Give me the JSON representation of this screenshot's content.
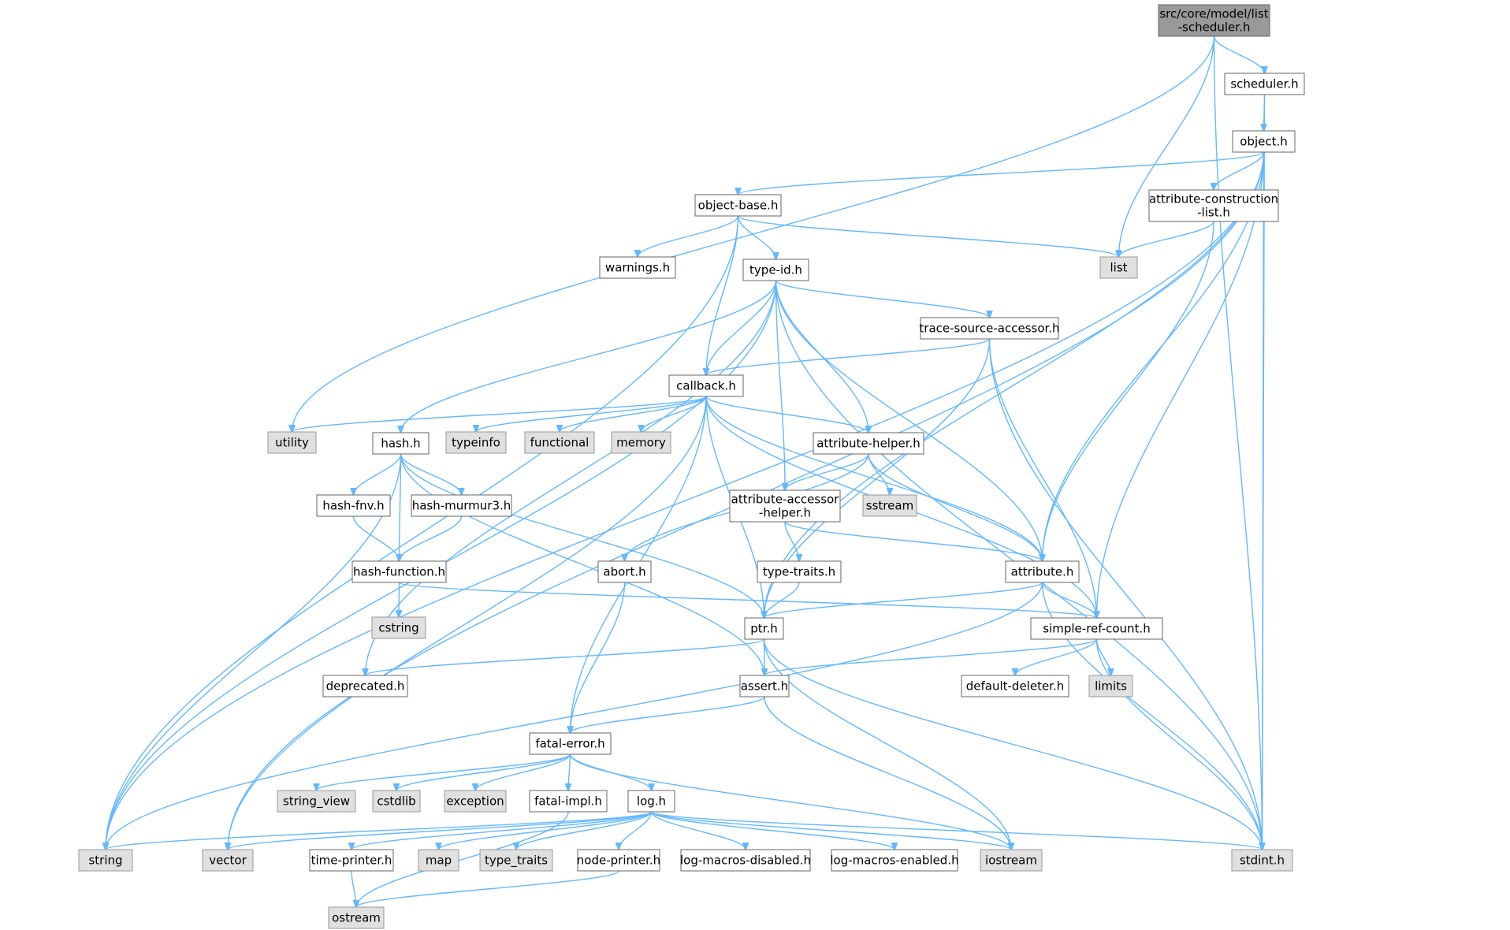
{
  "colors": {
    "edge": "#63b8ff",
    "root_fill": "#999999",
    "root_stroke": "#666666",
    "internal_fill": "#ffffff",
    "internal_stroke": "#666666",
    "system_fill": "#e0e0e0",
    "system_stroke": "#999999"
  },
  "nodes": {
    "root": {
      "label": [
        "src/core/model/list",
        "-scheduler.h"
      ],
      "kind": "root"
    },
    "scheduler": {
      "label": [
        "scheduler.h"
      ],
      "kind": "internal"
    },
    "object": {
      "label": [
        "object.h"
      ],
      "kind": "internal"
    },
    "objbase": {
      "label": [
        "object-base.h"
      ],
      "kind": "internal"
    },
    "attrcons": {
      "label": [
        "attribute-construction",
        "-list.h"
      ],
      "kind": "internal"
    },
    "list": {
      "label": [
        "list"
      ],
      "kind": "system"
    },
    "warnings": {
      "label": [
        "warnings.h"
      ],
      "kind": "internal"
    },
    "typeid": {
      "label": [
        "type-id.h"
      ],
      "kind": "internal"
    },
    "trace": {
      "label": [
        "trace-source-accessor.h"
      ],
      "kind": "internal"
    },
    "callback": {
      "label": [
        "callback.h"
      ],
      "kind": "internal"
    },
    "utility": {
      "label": [
        "utility"
      ],
      "kind": "system"
    },
    "hash": {
      "label": [
        "hash.h"
      ],
      "kind": "internal"
    },
    "typeinfo": {
      "label": [
        "typeinfo"
      ],
      "kind": "system"
    },
    "functional": {
      "label": [
        "functional"
      ],
      "kind": "system"
    },
    "memory": {
      "label": [
        "memory"
      ],
      "kind": "system"
    },
    "attrhelper": {
      "label": [
        "attribute-helper.h"
      ],
      "kind": "internal"
    },
    "hashfnv": {
      "label": [
        "hash-fnv.h"
      ],
      "kind": "internal"
    },
    "hashmur": {
      "label": [
        "hash-murmur3.h"
      ],
      "kind": "internal"
    },
    "attracc": {
      "label": [
        "attribute-accessor",
        "-helper.h"
      ],
      "kind": "internal"
    },
    "sstream": {
      "label": [
        "sstream"
      ],
      "kind": "system"
    },
    "abort": {
      "label": [
        "abort.h"
      ],
      "kind": "internal"
    },
    "typetraitsh": {
      "label": [
        "type-traits.h"
      ],
      "kind": "internal"
    },
    "attribute": {
      "label": [
        "attribute.h"
      ],
      "kind": "internal"
    },
    "hashfunc": {
      "label": [
        "hash-function.h"
      ],
      "kind": "internal"
    },
    "cstring": {
      "label": [
        "cstring"
      ],
      "kind": "system"
    },
    "ptr": {
      "label": [
        "ptr.h"
      ],
      "kind": "internal"
    },
    "simpleref": {
      "label": [
        "simple-ref-count.h"
      ],
      "kind": "internal"
    },
    "deprecated": {
      "label": [
        "deprecated.h"
      ],
      "kind": "internal"
    },
    "assert": {
      "label": [
        "assert.h"
      ],
      "kind": "internal"
    },
    "defdel": {
      "label": [
        "default-deleter.h"
      ],
      "kind": "internal"
    },
    "limits": {
      "label": [
        "limits"
      ],
      "kind": "system"
    },
    "fatalerr": {
      "label": [
        "fatal-error.h"
      ],
      "kind": "internal"
    },
    "string_view": {
      "label": [
        "string_view"
      ],
      "kind": "system"
    },
    "cstdlib": {
      "label": [
        "cstdlib"
      ],
      "kind": "system"
    },
    "exception": {
      "label": [
        "exception"
      ],
      "kind": "system"
    },
    "fatalimpl": {
      "label": [
        "fatal-impl.h"
      ],
      "kind": "internal"
    },
    "log": {
      "label": [
        "log.h"
      ],
      "kind": "internal"
    },
    "string": {
      "label": [
        "string"
      ],
      "kind": "system"
    },
    "vector": {
      "label": [
        "vector"
      ],
      "kind": "system"
    },
    "timeprinter": {
      "label": [
        "time-printer.h"
      ],
      "kind": "internal"
    },
    "map": {
      "label": [
        "map"
      ],
      "kind": "system"
    },
    "type_traits": {
      "label": [
        "type_traits"
      ],
      "kind": "system"
    },
    "nodeprinter": {
      "label": [
        "node-printer.h"
      ],
      "kind": "internal"
    },
    "logdis": {
      "label": [
        "log-macros-disabled.h"
      ],
      "kind": "internal"
    },
    "logen": {
      "label": [
        "log-macros-enabled.h"
      ],
      "kind": "internal"
    },
    "iostream": {
      "label": [
        "iostream"
      ],
      "kind": "system"
    },
    "stdint": {
      "label": [
        "stdint.h"
      ],
      "kind": "system"
    },
    "ostream": {
      "label": [
        "ostream"
      ],
      "kind": "system"
    }
  },
  "edges": [
    [
      "root",
      "scheduler"
    ],
    [
      "root",
      "list"
    ],
    [
      "root",
      "utility"
    ],
    [
      "root",
      "stdint"
    ],
    [
      "scheduler",
      "object"
    ],
    [
      "scheduler",
      "stdint"
    ],
    [
      "object",
      "objbase"
    ],
    [
      "object",
      "attrcons"
    ],
    [
      "object",
      "string"
    ],
    [
      "object",
      "vector"
    ],
    [
      "object",
      "ptr"
    ],
    [
      "object",
      "attribute"
    ],
    [
      "object",
      "simpleref"
    ],
    [
      "object",
      "stdint"
    ],
    [
      "objbase",
      "warnings"
    ],
    [
      "objbase",
      "typeid"
    ],
    [
      "objbase",
      "callback"
    ],
    [
      "objbase",
      "list"
    ],
    [
      "objbase",
      "string"
    ],
    [
      "attrcons",
      "list"
    ],
    [
      "attrcons",
      "attribute"
    ],
    [
      "typeid",
      "trace"
    ],
    [
      "typeid",
      "callback"
    ],
    [
      "typeid",
      "hash"
    ],
    [
      "typeid",
      "attrhelper"
    ],
    [
      "typeid",
      "attracc"
    ],
    [
      "typeid",
      "attribute"
    ],
    [
      "typeid",
      "string"
    ],
    [
      "typeid",
      "deprecated"
    ],
    [
      "typeid",
      "stdint"
    ],
    [
      "trace",
      "callback"
    ],
    [
      "trace",
      "ptr"
    ],
    [
      "trace",
      "simpleref"
    ],
    [
      "trace",
      "stdint"
    ],
    [
      "callback",
      "utility"
    ],
    [
      "callback",
      "typeinfo"
    ],
    [
      "callback",
      "functional"
    ],
    [
      "callback",
      "memory"
    ],
    [
      "callback",
      "attrhelper"
    ],
    [
      "callback",
      "attribute"
    ],
    [
      "callback",
      "simpleref"
    ],
    [
      "callback",
      "ptr"
    ],
    [
      "callback",
      "fatalerr"
    ],
    [
      "callback",
      "vector"
    ],
    [
      "hash",
      "hashfnv"
    ],
    [
      "hash",
      "hashmur"
    ],
    [
      "hash",
      "hashfunc"
    ],
    [
      "hash",
      "ptr"
    ],
    [
      "hash",
      "assert"
    ],
    [
      "hash",
      "string"
    ],
    [
      "hashfnv",
      "hashfunc"
    ],
    [
      "hashmur",
      "hashfunc"
    ],
    [
      "hashfunc",
      "cstring"
    ],
    [
      "hashfunc",
      "simpleref"
    ],
    [
      "attrhelper",
      "attracc"
    ],
    [
      "attrhelper",
      "sstream"
    ],
    [
      "attrhelper",
      "abort"
    ],
    [
      "attrhelper",
      "attribute"
    ],
    [
      "attracc",
      "typetraitsh"
    ],
    [
      "attracc",
      "attribute"
    ],
    [
      "typetraitsh",
      "ptr"
    ],
    [
      "abort",
      "fatalerr"
    ],
    [
      "attribute",
      "ptr"
    ],
    [
      "attribute",
      "simpleref"
    ],
    [
      "attribute",
      "string"
    ],
    [
      "attribute",
      "stdint"
    ],
    [
      "ptr",
      "deprecated"
    ],
    [
      "ptr",
      "assert"
    ],
    [
      "ptr",
      "iostream"
    ],
    [
      "ptr",
      "stdint"
    ],
    [
      "simpleref",
      "assert"
    ],
    [
      "simpleref",
      "defdel"
    ],
    [
      "simpleref",
      "limits"
    ],
    [
      "simpleref",
      "stdint"
    ],
    [
      "assert",
      "fatalerr"
    ],
    [
      "assert",
      "iostream"
    ],
    [
      "fatalerr",
      "string_view"
    ],
    [
      "fatalerr",
      "cstdlib"
    ],
    [
      "fatalerr",
      "exception"
    ],
    [
      "fatalerr",
      "fatalimpl"
    ],
    [
      "fatalerr",
      "log"
    ],
    [
      "fatalerr",
      "iostream"
    ],
    [
      "fatalimpl",
      "ostream"
    ],
    [
      "log",
      "string"
    ],
    [
      "log",
      "vector"
    ],
    [
      "log",
      "timeprinter"
    ],
    [
      "log",
      "map"
    ],
    [
      "log",
      "type_traits"
    ],
    [
      "log",
      "nodeprinter"
    ],
    [
      "log",
      "logdis"
    ],
    [
      "log",
      "logen"
    ],
    [
      "log",
      "iostream"
    ],
    [
      "log",
      "stdint"
    ],
    [
      "timeprinter",
      "ostream"
    ],
    [
      "nodeprinter",
      "ostream"
    ]
  ]
}
